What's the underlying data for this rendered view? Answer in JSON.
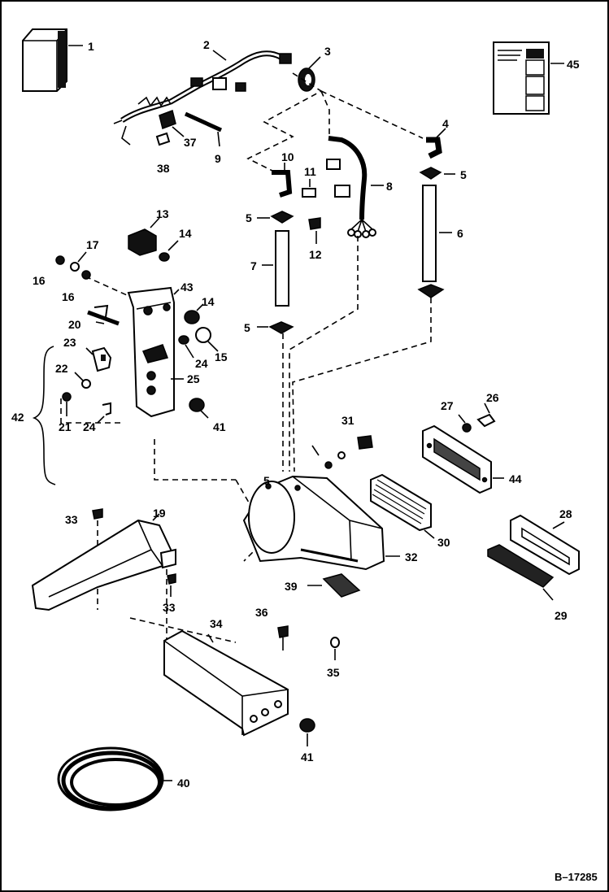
{
  "figure_id": "B–17285",
  "callouts": [
    {
      "id": "c1",
      "text": "1"
    },
    {
      "id": "c2",
      "text": "2"
    },
    {
      "id": "c3",
      "text": "3"
    },
    {
      "id": "c4",
      "text": "4"
    },
    {
      "id": "c5a",
      "text": "5"
    },
    {
      "id": "c5b",
      "text": "5"
    },
    {
      "id": "c5c",
      "text": "5"
    },
    {
      "id": "c5d",
      "text": "5"
    },
    {
      "id": "c6",
      "text": "6"
    },
    {
      "id": "c7",
      "text": "7"
    },
    {
      "id": "c8",
      "text": "8"
    },
    {
      "id": "c9",
      "text": "9"
    },
    {
      "id": "c10",
      "text": "10"
    },
    {
      "id": "c11",
      "text": "11"
    },
    {
      "id": "c12",
      "text": "12"
    },
    {
      "id": "c13",
      "text": "13"
    },
    {
      "id": "c14a",
      "text": "14"
    },
    {
      "id": "c14b",
      "text": "14"
    },
    {
      "id": "c15",
      "text": "15"
    },
    {
      "id": "c16a",
      "text": "16"
    },
    {
      "id": "c16b",
      "text": "16"
    },
    {
      "id": "c17",
      "text": "17"
    },
    {
      "id": "c19",
      "text": "19"
    },
    {
      "id": "c20",
      "text": "20"
    },
    {
      "id": "c21",
      "text": "21"
    },
    {
      "id": "c22",
      "text": "22"
    },
    {
      "id": "c23",
      "text": "23"
    },
    {
      "id": "c24a",
      "text": "24"
    },
    {
      "id": "c24b",
      "text": "24"
    },
    {
      "id": "c25",
      "text": "25"
    },
    {
      "id": "c26",
      "text": "26"
    },
    {
      "id": "c27",
      "text": "27"
    },
    {
      "id": "c28",
      "text": "28"
    },
    {
      "id": "c29",
      "text": "29"
    },
    {
      "id": "c30",
      "text": "30"
    },
    {
      "id": "c31",
      "text": "31"
    },
    {
      "id": "c32",
      "text": "32"
    },
    {
      "id": "c33a",
      "text": "33"
    },
    {
      "id": "c33b",
      "text": "33"
    },
    {
      "id": "c34",
      "text": "34"
    },
    {
      "id": "c35",
      "text": "35"
    },
    {
      "id": "c36",
      "text": "36"
    },
    {
      "id": "c37",
      "text": "37"
    },
    {
      "id": "c38",
      "text": "38"
    },
    {
      "id": "c39",
      "text": "39"
    },
    {
      "id": "c40",
      "text": "40"
    },
    {
      "id": "c41a",
      "text": "41"
    },
    {
      "id": "c41b",
      "text": "41"
    },
    {
      "id": "c42",
      "text": "42"
    },
    {
      "id": "c43",
      "text": "43"
    },
    {
      "id": "c44",
      "text": "44"
    },
    {
      "id": "c45",
      "text": "45"
    }
  ]
}
